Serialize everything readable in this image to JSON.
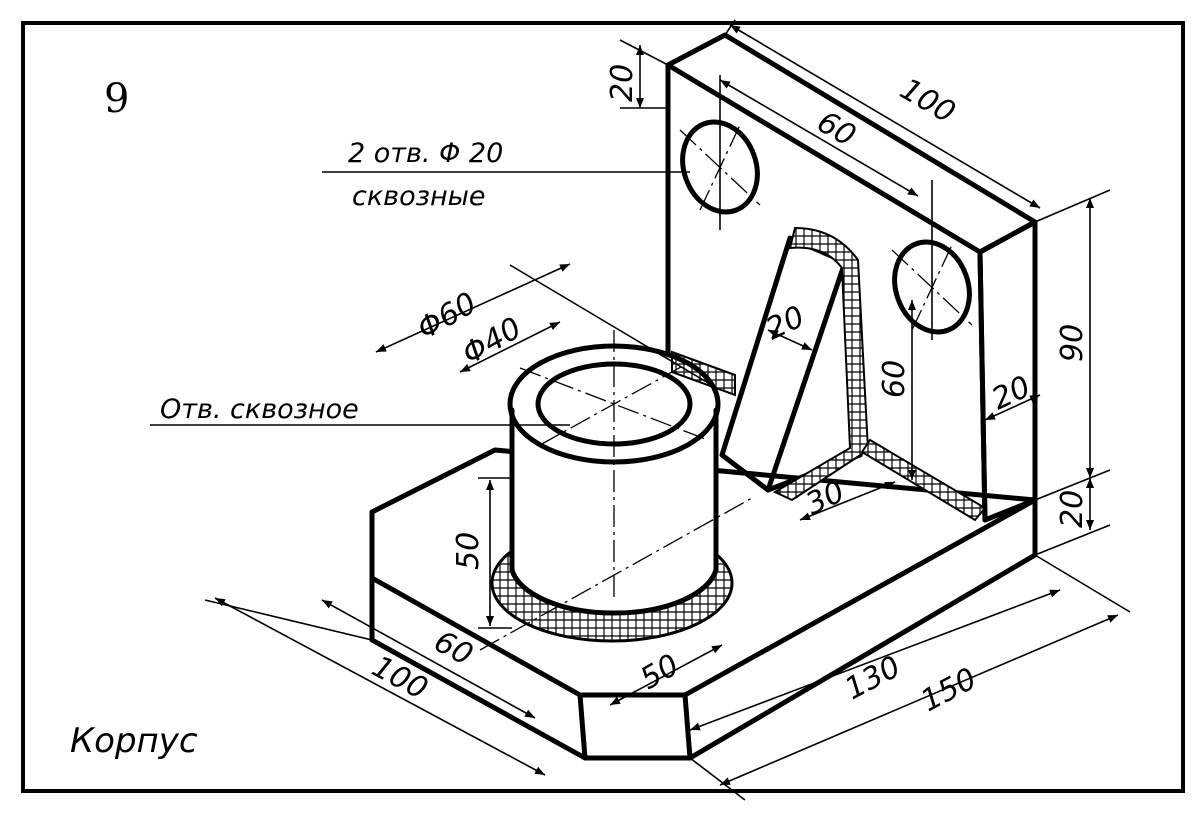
{
  "exercise_number": "9",
  "title": "Корпус",
  "notes": {
    "holes_line1": "2 отв. Φ 20",
    "holes_line2": "сквозные",
    "bore": "Отв. сквозное"
  },
  "dimensions": {
    "upright_top_offset": "20",
    "upright_width": "100",
    "hole_spacing": "60",
    "rib_thickness": "20",
    "upright_height": "90",
    "hole_height": "60",
    "upright_thickness": "20",
    "base_thickness": "20",
    "rib_length": "30",
    "boss_outer_dia": "Φ60",
    "boss_inner_dia": "Φ40",
    "boss_height": "50",
    "base_depth": "100",
    "boss_center_offset": "60",
    "boss_offset_front": "50",
    "base_length_inner": "130",
    "base_length": "150"
  }
}
